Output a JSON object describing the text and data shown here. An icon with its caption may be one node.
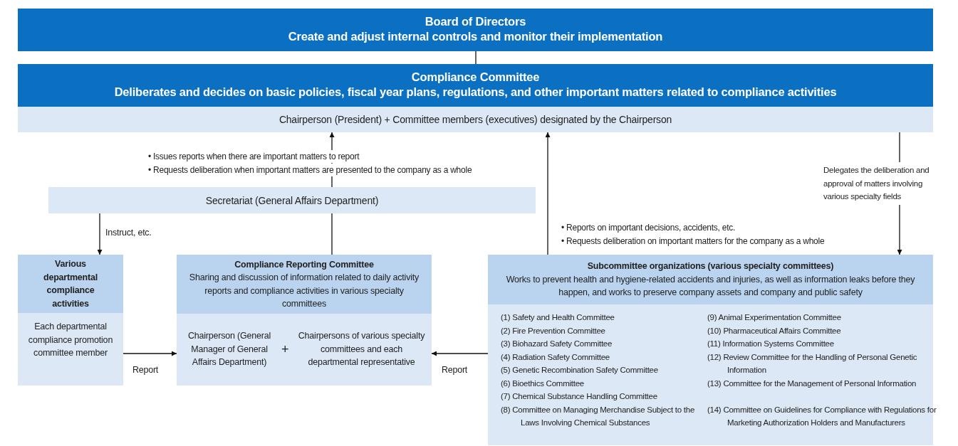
{
  "diagram": {
    "nodes": [
      {
        "text": [
          "Board of Directors",
          "Create and adjust internal controls and monitor their implementation"
        ]
      },
      {
        "text": [
          "Compliance Committee",
          "Deliberates and decides on basic policies, fiscal year plans, regulations, and other important matters related to compliance activities"
        ]
      },
      {
        "text": [
          "Chairperson (President) + Committee members (executives) designated by the Chairperson"
        ],
        "in": 1
      },
      {
        "text": [
          "Secretariat (General Affairs Department)"
        ]
      },
      {
        "text": [
          "Various departmental compliance activities",
          "Each departmental compliance promotion committee member"
        ]
      },
      {
        "text": [
          "Compliance Reporting Committee",
          "Sharing and discussion of information related to daily activity reports and compliance activities in various specialty committees"
        ]
      },
      {
        "text": [
          "Chairperson (General Manager of General Affairs Department)"
        ],
        "in": 5
      },
      {
        "text": [
          "Chairpersons of various specialty committees and each departmental representative"
        ],
        "in": 5
      },
      {
        "text": [
          "Subcommittee organizations (various specialty committees)",
          "Works to prevent health and hygiene-related accidents and injuries, as well as information leaks before they happen, and works to preserve company assets and company and public safety",
          "(1) Safety and Health Committee",
          "(2) Fire Prevention Committee",
          "(3) Biohazard Safety Committee",
          "(4) Radiation Safety Committee",
          "(5) Genetic Recombination Safety Committee",
          "(6) Bioethics Committee",
          "(7) Chemical Substance Handling Committee",
          "(8) Committee on Managing Merchandise Subject to the Laws Involving Chemical Substances",
          "(9) Animal Experimentation Committee",
          "(10) Pharmaceutical Affairs Committee",
          "(11) Information Systems Committee",
          "(12) Review Committee for the Handling of Personal Genetic Information",
          "(13) Committee for the Management of Personal Information",
          "(14) Committee on Guidelines for Compliance with Regulations for Marketing Authorization Holders and Manufacturers"
        ]
      }
    ],
    "edges": [
      {
        "from": 0,
        "to": 1,
        "arrow": "none"
      },
      {
        "from": 3,
        "to": 2,
        "arrow": "to"
      },
      {
        "from": 3,
        "to": 4,
        "arrow": "to",
        "label": "Instruct, etc."
      },
      {
        "from": 5,
        "to": 3,
        "arrow": "none"
      },
      {
        "from": 8,
        "to": 2,
        "arrow": "to"
      },
      {
        "from": 2,
        "to": 8,
        "arrow": "to",
        "label": "Delegates the deliberation and approval of matters involving various specialty fields"
      },
      {
        "from": 4,
        "to": 5,
        "arrow": "to",
        "label": "Report"
      },
      {
        "from": 8,
        "to": 5,
        "arrow": "to",
        "label": "Report"
      }
    ],
    "labels": [
      "• Issues reports when there are important matters to report",
      "• Requests deliberation when important matters are presented to the company as a whole",
      "• Reports on important decisions, accidents, etc.",
      "• Requests deliberation on important matters for the company as a whole",
      "+"
    ]
  }
}
